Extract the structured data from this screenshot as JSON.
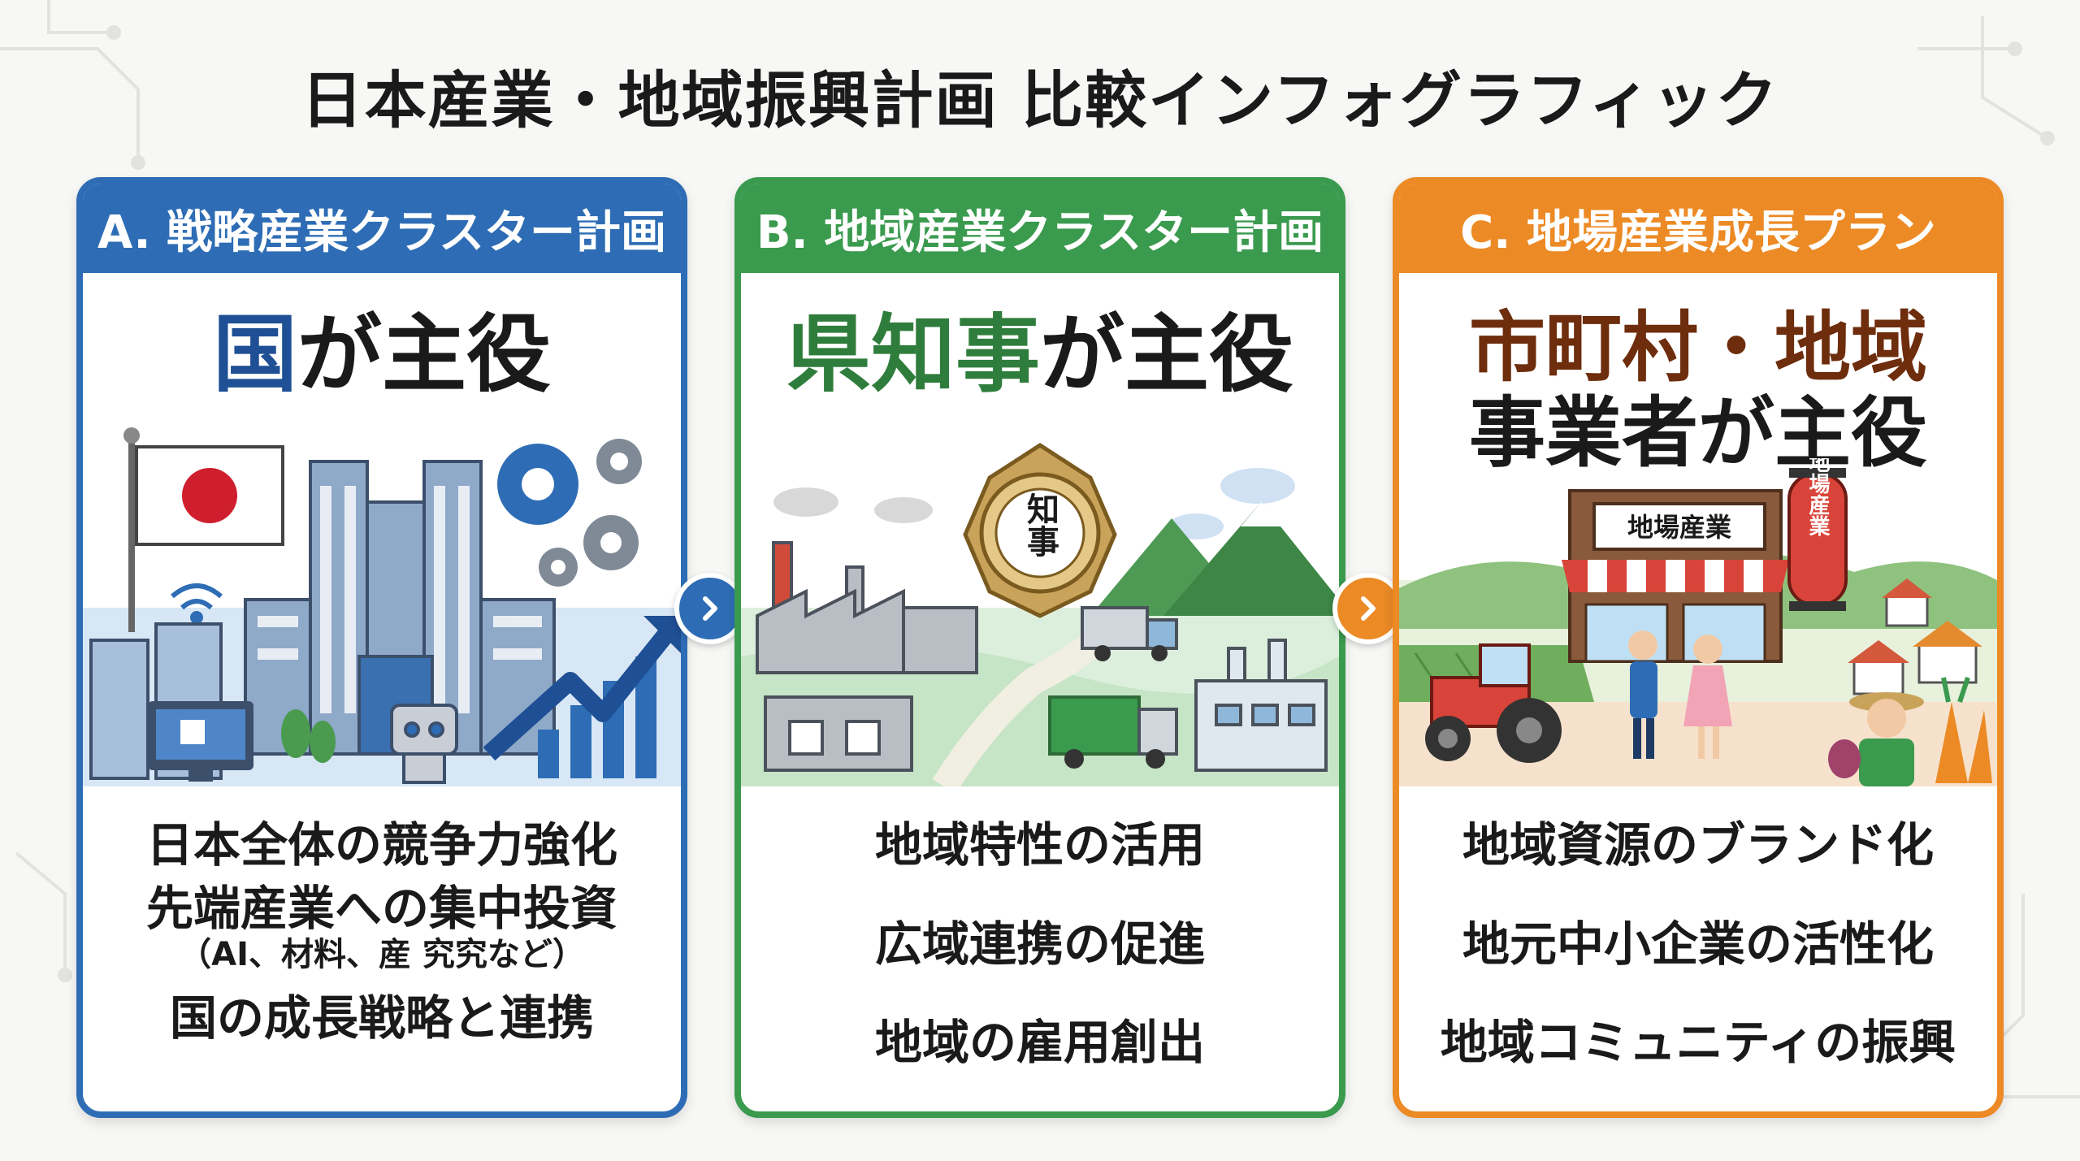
{
  "title": "日本産業・地域振興計画 比較インフォグラフィック",
  "colors": {
    "a": "#2e6db5",
    "b": "#3a9a4e",
    "c": "#ec8a25"
  },
  "cards": [
    {
      "header": "A. 戦略産業クラスター計画",
      "role_accent": "国",
      "role_rest": "が主役",
      "points": [
        "日本全体の競争力強化",
        "先端産業への集中投資"
      ],
      "point_sub": "（AI、材料、産 究究など）",
      "point_last": "国の成長戦略と連携",
      "icons": [
        "japan-flag-icon",
        "government-building-icon",
        "gears-icon",
        "wifi-icon",
        "computer-chip-icon",
        "robot-icon",
        "growth-arrow-icon"
      ]
    },
    {
      "header": "B. 地域産業クラスター計画",
      "role_accent": "県知事",
      "role_rest": "が主役",
      "badge": "知事",
      "points": [
        "地域特性の活用",
        "広域連携の促進",
        "地域の雇用創出"
      ],
      "icons": [
        "governor-badge-icon",
        "factory-icon",
        "mountain-icon",
        "truck-icon",
        "plant-icon"
      ]
    },
    {
      "header": "C. 地場産業成長プラン",
      "role_line1": "市町村・地域",
      "role_line2": "事業者が主役",
      "shop_sign": "地場産業",
      "lantern": "地場産業",
      "points": [
        "地域資源のブランド化",
        "地元中小企業の活性化",
        "地域コミュニティの振興"
      ],
      "icons": [
        "shop-icon",
        "lantern-icon",
        "tractor-icon",
        "people-icon",
        "farmer-icon",
        "vegetables-icon",
        "house-icon"
      ]
    }
  ]
}
